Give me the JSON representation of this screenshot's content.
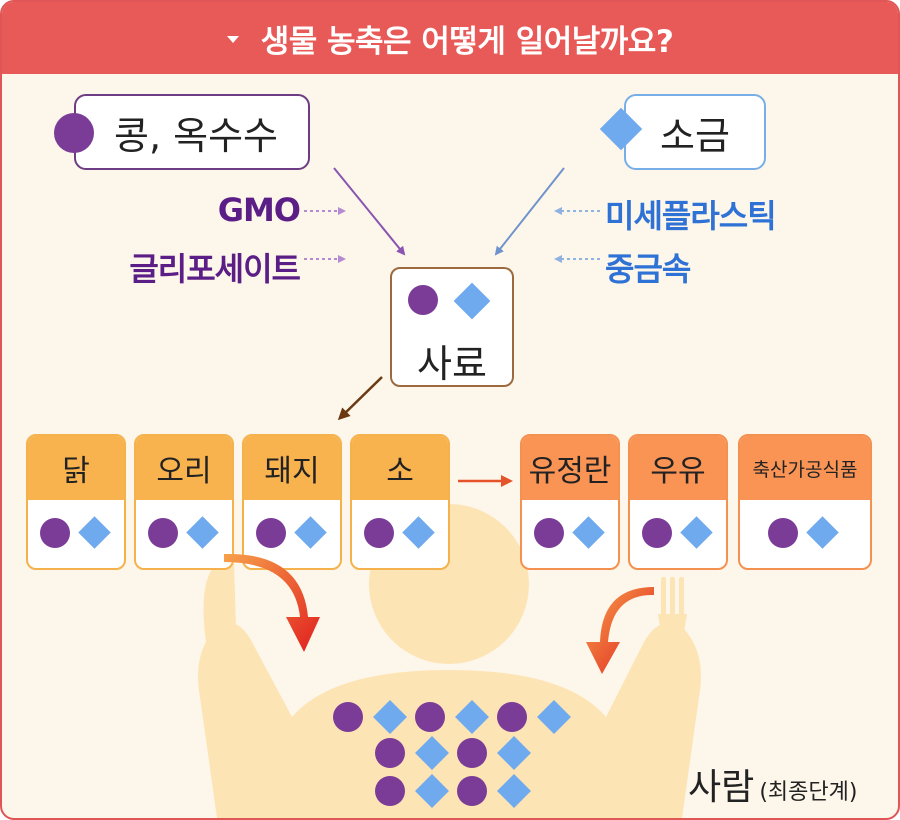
{
  "header": {
    "title": "생물 농축은 어떻게 일어날까요?"
  },
  "sources": {
    "bean": {
      "label": "콩, 옥수수"
    },
    "salt": {
      "label": "소금"
    }
  },
  "additives": {
    "gmo": "GMO",
    "glyphosate": "글리포세이트",
    "microplastic": "미세플라스틱",
    "heavy_metal": "중금속"
  },
  "feed": {
    "label": "사료"
  },
  "livestock": [
    {
      "label": "닭"
    },
    {
      "label": "오리"
    },
    {
      "label": "돼지"
    },
    {
      "label": "소"
    }
  ],
  "products": [
    {
      "label": "유정란"
    },
    {
      "label": "우유"
    },
    {
      "label": "축산가공식품"
    }
  ],
  "person": {
    "label": "사람",
    "sublabel": "(최종단계)"
  },
  "colors": {
    "header": "#e85a57",
    "circle": "#7b3c98",
    "diamond": "#6fa9ee",
    "meat_card": "#f8b34f",
    "product_card": "#f99455",
    "silhouette": "#fde4b4",
    "background": "#fdf6ea"
  }
}
